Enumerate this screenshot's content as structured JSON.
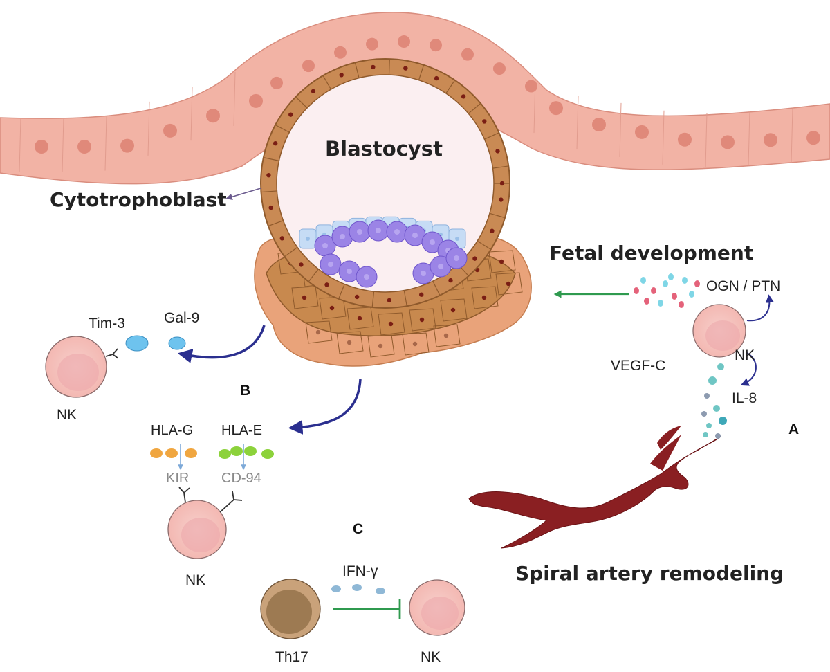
{
  "labels": {
    "blastocyst": "Blastocyst",
    "cytotrophoblast": "Cytotrophoblast",
    "fetal_development": "Fetal development",
    "ogn_ptn": "OGN / PTN",
    "vegf_c": "VEGF-C",
    "nk_right": "NK",
    "il8": "IL-8",
    "tag_a": "A",
    "tag_b": "B",
    "tag_c": "C",
    "tim3": "Tim-3",
    "gal9": "Gal-9",
    "nk_left": "NK",
    "hla_g": "HLA-G",
    "hla_e": "HLA-E",
    "kir": "KIR",
    "cd94": "CD-94",
    "nk_middle": "NK",
    "ifn_gamma": "IFN-γ",
    "th17": "Th17",
    "nk_bottom": "NK",
    "spiral_artery": "Spiral artery remodeling"
  },
  "colors": {
    "epithelium": "#f2b3a5",
    "nucleus": "#e0897a",
    "trophoblast": "#c8894e",
    "inner_mass": "#9b84e6",
    "inner_mass_top": "#c6dcf5",
    "nk_cell": "#f6c9c4",
    "th17": "#b79163",
    "artery": "#8a1f22",
    "arrow_blue": "#2b2f8f",
    "arrow_green": "#2f9a4f"
  }
}
